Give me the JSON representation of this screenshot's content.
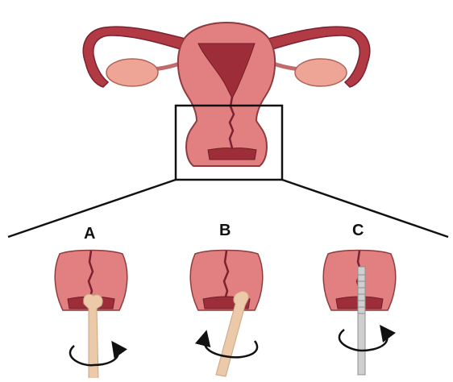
{
  "panels": [
    {
      "label": "A",
      "instrument": "spatula",
      "rotation": "clockwise"
    },
    {
      "label": "B",
      "instrument": "spatula",
      "rotation": "counter-clockwise"
    },
    {
      "label": "C",
      "instrument": "cytobrush",
      "rotation": "clockwise"
    }
  ],
  "colors": {
    "uterus_fill": "#e27f80",
    "uterus_stroke": "#8d3b3e",
    "tube_fill": "#b23a44",
    "ovary_fill": "#eea596",
    "cavity_fill": "#9e2d3a",
    "instrument_fill": "#ecc9a9",
    "brush_fill": "#cfcfcf",
    "outline": "#111111"
  }
}
